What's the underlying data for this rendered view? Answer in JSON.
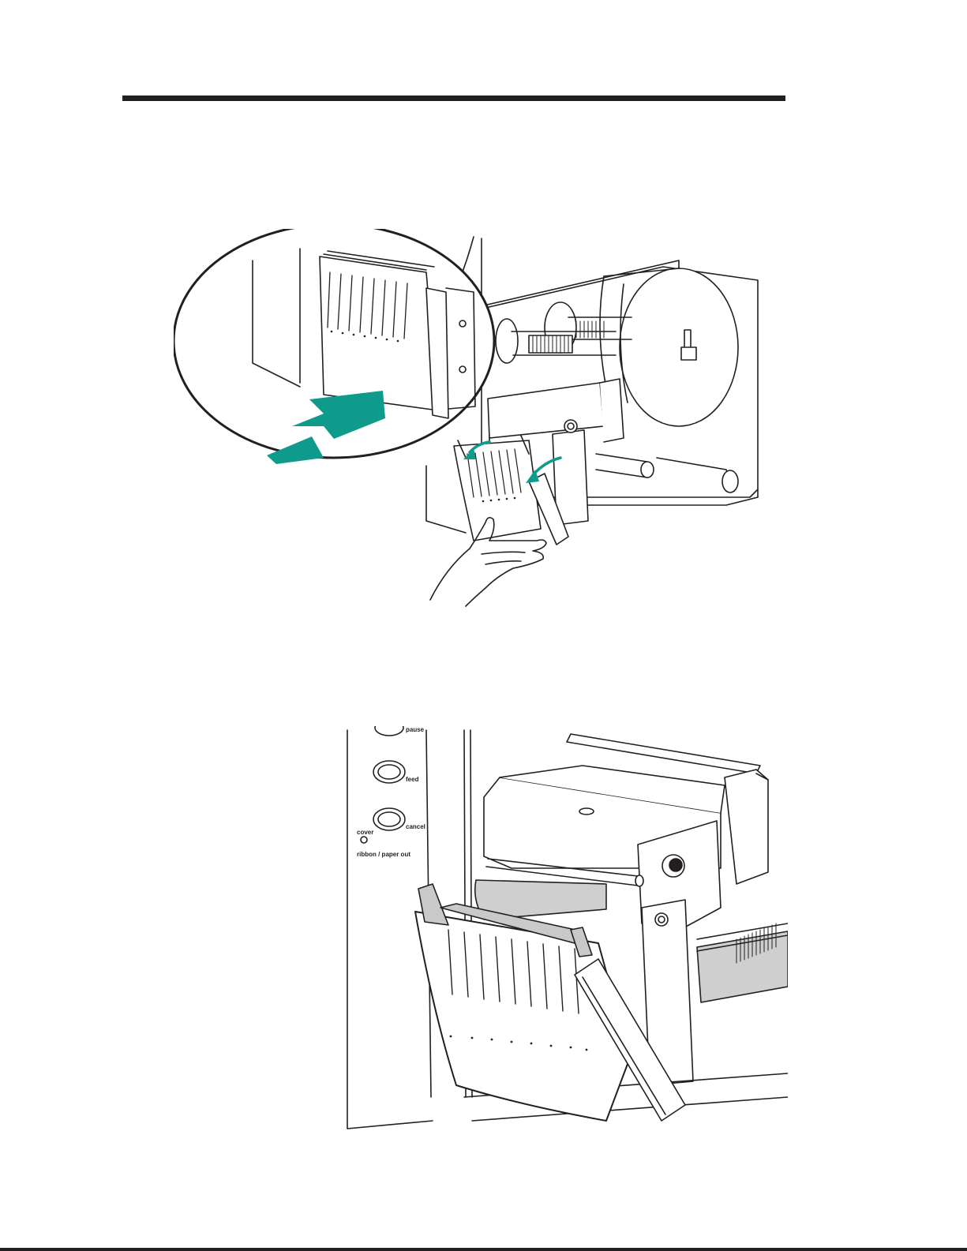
{
  "document": {
    "accent_color": "#0e9b8c",
    "line_color": "#231f20",
    "figure_1": {
      "icons": [
        "magnifier-callout",
        "push-arrow",
        "open-arrow",
        "hand"
      ]
    },
    "figure_2": {
      "control_panel": {
        "pause_label": "pause",
        "feed_label": "feed",
        "cancel_label": "cancel",
        "cover_label": "cover",
        "ribbon_paper_out_label": "ribbon / paper out"
      }
    }
  }
}
